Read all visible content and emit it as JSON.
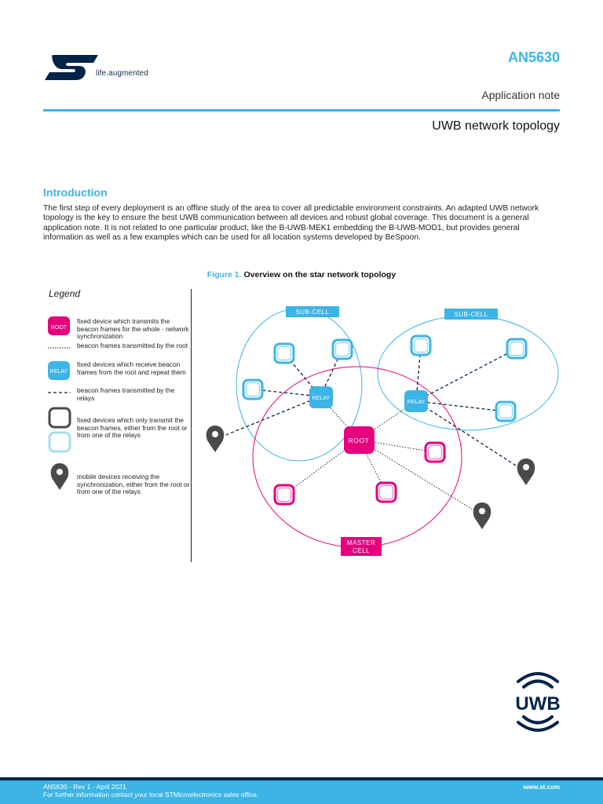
{
  "header": {
    "logo_tagline": "life.augmented",
    "doc_id": "AN5630",
    "doc_type": "Application note",
    "title": "UWB network topology"
  },
  "intro": {
    "heading": "Introduction",
    "body": "The first step of every deployment is an offline study of the area to cover all predictable environment constraints. An adapted UWB network topology is the key to ensure the best UWB communication between all devices and robust global coverage. This document is a general application note. It is not related to one particular product, like the B-UWB-MEK1 embedding the B-UWB-MOD1, but provides general information as well as a few examples which can be used for all location systems developed by BeSpoon."
  },
  "figure": {
    "number": "Figure 1.",
    "caption": "Overview on the star network topology",
    "legend": {
      "title": "Legend",
      "items": [
        "fixed device which transmits the beacon frames for the whole - network synchronization",
        "beacon frames transmitted by the root",
        "fixed devices which receive beacon frames from the root and repeat them",
        "beacon frames transmitted by the relays",
        "fixed devices which only transmit the beacon frames, either from the root or from one of the relays",
        "mobile devices receiving the synchronization, either from the root or from one of the relays"
      ],
      "root_label": "ROOT",
      "relay_label": "RELAY"
    },
    "diagram": {
      "sub_cell_left": "SUB-CELL",
      "sub_cell_right": "SUB-CELL",
      "relay_left": "RELAY",
      "relay_right": "RELAY",
      "root": "ROOT",
      "master_cell_line1": "MASTER",
      "master_cell_line2": "CELL"
    },
    "colors": {
      "magenta": "#e6007e",
      "cyan": "#3cb4e5",
      "dark_gray": "#4a4a4a"
    }
  },
  "badge": {
    "text": "UWB"
  },
  "footer": {
    "revision": "AN5630 - Rev 1 - April 2021",
    "info": "For further information contact your local STMicroelectronics sales office.",
    "url": "www.st.com"
  }
}
